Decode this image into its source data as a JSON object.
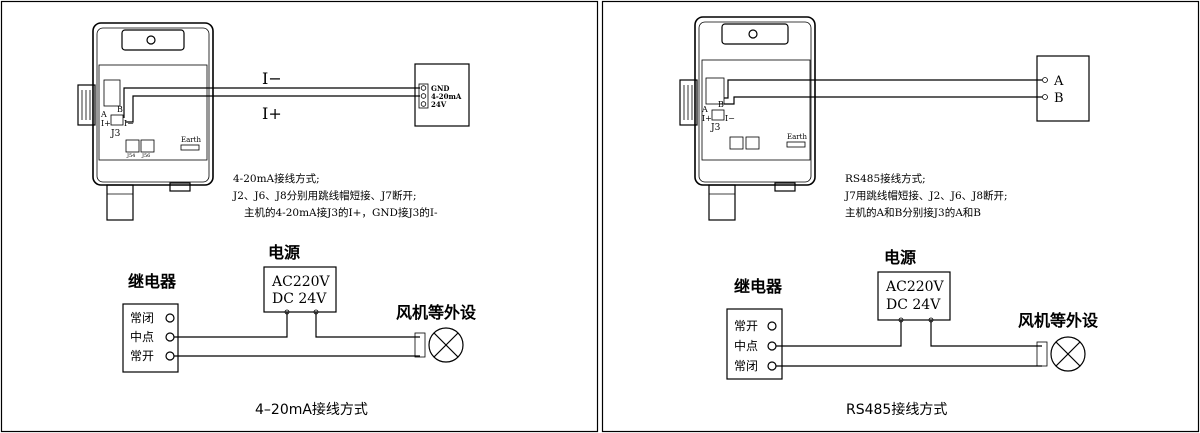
{
  "panels": [
    {
      "caption": "4–20mA接线方式",
      "signal_labels": [
        "I−",
        "I+"
      ],
      "terminals": [
        "GND",
        "4-20mA",
        "24V"
      ],
      "note_lines": [
        "4-20mA接线方式;",
        "J2、J6、J8分别用跳线帽短接、J7断开;",
        "主机的4-20mA接J3的I+，GND接J3的I-"
      ],
      "j3_label": "J3",
      "j3_pins": [
        "A",
        "B",
        "I+",
        "I−"
      ],
      "earth_label": "Earth",
      "jumper_labels": [
        "J54",
        "J56"
      ],
      "power_title": "电源",
      "power_lines": [
        "AC220V",
        "DC 24V"
      ],
      "relay_title": "继电器",
      "relay_contacts": [
        "常闭",
        "中点",
        "常开"
      ],
      "load_title": "风机等外设"
    },
    {
      "caption": "RS485接线方式",
      "terminals": [
        "A",
        "B"
      ],
      "note_lines": [
        "RS485接线方式;",
        "J7用跳线帽短接、J2、J6、J8断开;",
        "主机的A和B分别接J3的A和B"
      ],
      "j3_label": "J3",
      "j3_pins": [
        "A",
        "B",
        "I+",
        "I−"
      ],
      "earth_label": "Earth",
      "power_title": "电源",
      "power_lines": [
        "AC220V",
        "DC 24V"
      ],
      "relay_title": "继电器",
      "relay_contacts": [
        "常开",
        "中点",
        "常闭"
      ],
      "load_title": "风机等外设"
    }
  ]
}
